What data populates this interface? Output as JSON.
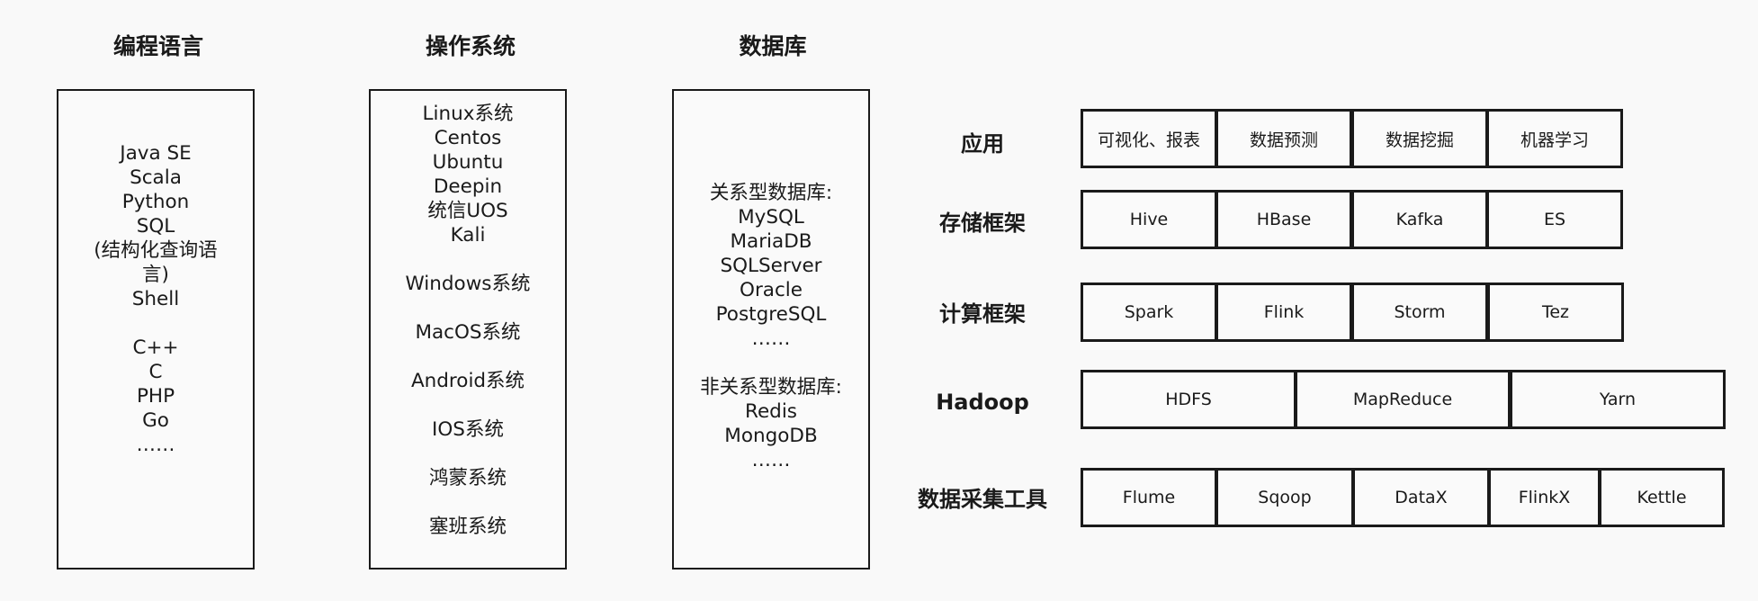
{
  "columns": [
    {
      "title": "编程语言",
      "groups": [
        [
          "Java SE",
          "Scala",
          "Python",
          "SQL",
          "(结构化查询语",
          "言)",
          "Shell"
        ],
        [
          "C++",
          "C",
          "PHP",
          "Go",
          "……"
        ]
      ]
    },
    {
      "title": "操作系统",
      "groups": [
        [
          "Linux系统",
          "Centos",
          "Ubuntu",
          "Deepin",
          "统信UOS",
          "Kali"
        ],
        [
          "Windows系统"
        ],
        [
          "MacOS系统"
        ],
        [
          "Android系统"
        ],
        [
          "IOS系统"
        ],
        [
          "鸿蒙系统"
        ],
        [
          "塞班系统"
        ]
      ]
    },
    {
      "title": "数据库",
      "groups": [
        [
          "关系型数据库:",
          "MySQL",
          "MariaDB",
          "SQLServer",
          "Oracle",
          "PostgreSQL",
          "……"
        ],
        [
          "非关系型数据库:",
          "Redis",
          "MongoDB",
          "……"
        ]
      ]
    }
  ],
  "stack": [
    {
      "label": "应用",
      "cells": [
        "可视化、报表",
        "数据预测",
        "数据挖掘",
        "机器学习"
      ]
    },
    {
      "label": "存储框架",
      "cells": [
        "Hive",
        "HBase",
        "Kafka",
        "ES"
      ]
    },
    {
      "label": "计算框架",
      "cells": [
        "Spark",
        "Flink",
        "Storm",
        "Tez"
      ]
    },
    {
      "label": "Hadoop",
      "cells": [
        "HDFS",
        "MapReduce",
        "Yarn"
      ]
    },
    {
      "label": "数据采集工具",
      "cells": [
        "Flume",
        "Sqoop",
        "DataX",
        "FlinkX",
        "Kettle"
      ]
    }
  ]
}
